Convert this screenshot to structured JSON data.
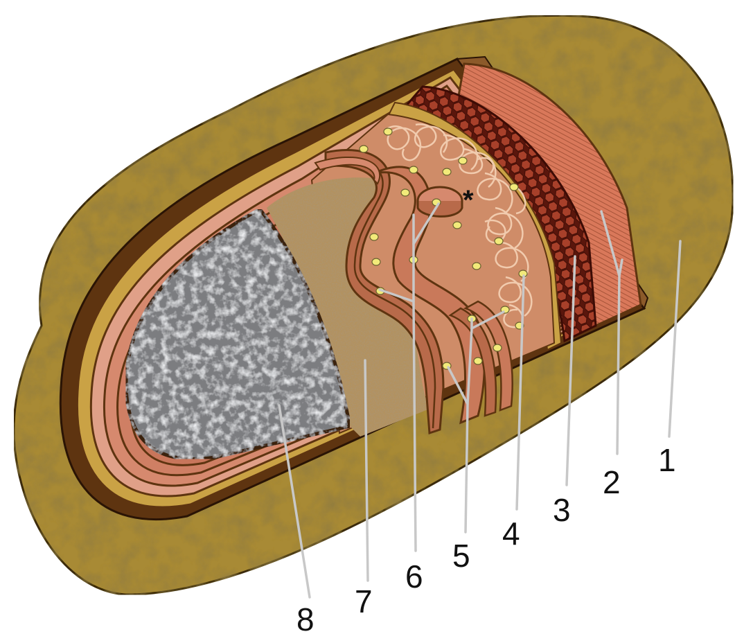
{
  "diagram": {
    "labels": [
      "1",
      "2",
      "3",
      "4",
      "5",
      "6",
      "7",
      "8"
    ],
    "marker": "*",
    "colors": {
      "outer_layer": "#a88a35",
      "outer_layer_dark": "#6d5418",
      "brown_rim": "#5e3410",
      "copper_layer": "#c8735a",
      "honeycomb": "#7a2414",
      "lamellae": "#d98a6e",
      "core_tan": "#a88a5a",
      "core_pink": "#cf8c68",
      "fibrils": "#f3cfb2",
      "granules": "#f2ea7a",
      "gray_region": "#7b7d80",
      "leader_lines": "#c8c8c8"
    }
  }
}
